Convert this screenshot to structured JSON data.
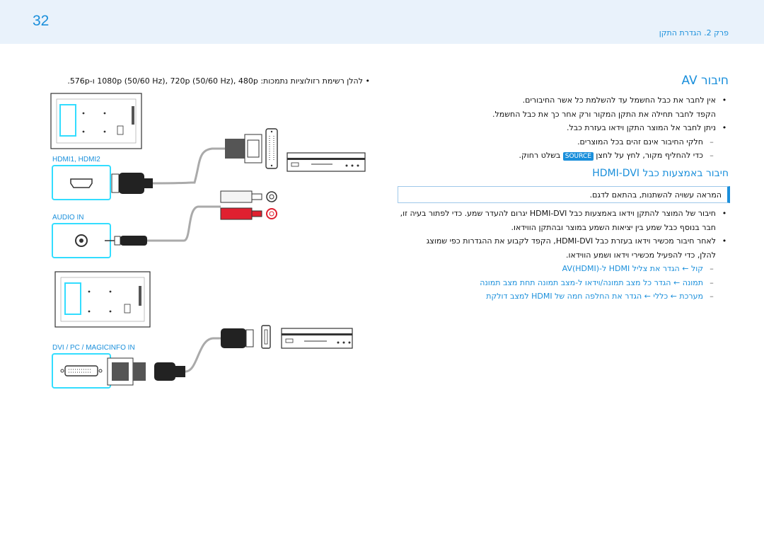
{
  "header": {
    "page_number": "32",
    "chapter": "פרק 2. הגדרת התקן"
  },
  "resolution_note": "להלן רשימת רזולוציות נתמכות: 1080p (50/60 Hz), 720p (50/60 Hz), 480p ו-576p.",
  "av_section": {
    "title": "חיבור AV",
    "lines": [
      {
        "type": "bullet",
        "text": "אין לחבר את כבל החשמל עד להשלמת כל אשר החיבורים."
      },
      {
        "type": "cont",
        "text": "הקפד לחבר תחילה את התקן המקור ורק אחר כך את כבל החשמל."
      },
      {
        "type": "bullet",
        "text": "ניתן לחבר אל המוצר התקן וידאו בעזרת כבל."
      },
      {
        "type": "dash",
        "text": "חלקי החיבור אינם זהים בכל המוצרים."
      },
      {
        "type": "dash",
        "text": "כדי להחליף מקור, לחץ על לחצן SOURCE בשלט רחוק."
      }
    ],
    "source_label": "SOURCE"
  },
  "hdmi_section": {
    "title": "חיבור באמצעות כבל HDMI-DVI",
    "notice": "המראה עשויה להשתנות, בהתאם לדגם.",
    "lines": [
      {
        "type": "bullet",
        "text": "חיבור של המוצר להתקן וידאו באמצעות כבל HDMI-DVI יגרום להעדר שמע. כדי לפתור בעיה זו,"
      },
      {
        "type": "cont",
        "text": "חבר בנוסף כבל שמע בין יציאות השמע במוצר ובהתקן הווידאו."
      },
      {
        "type": "bullet",
        "text": "לאחר חיבור מכשיר וידאו בעזרת כבל HDMI-DVI, הקפד לקבוע את ההגדרות כפי שמוצג"
      },
      {
        "type": "cont",
        "text": "להלן, כדי להפעיל מכשירי וידאו ושמע הווידאו."
      }
    ],
    "steps": [
      {
        "path": "קול ← הגדר את צליל HDMI ל-AV(HDMI)"
      },
      {
        "path": "תמונה ← הגדר כל מצב תמונה/וידאו ל-מצב תמונה תחת מצב תמונה"
      },
      {
        "path": "מערכת ← כללי ← הגדר את החלפה חמה של HDMI למצב דולקת"
      }
    ]
  },
  "diagram": {
    "port_labels": {
      "hdmi": "HDMI1, HDMI2",
      "audio": "AUDIO IN",
      "dvi": "DVI / PC / MAGICINFO IN"
    },
    "colors": {
      "accent": "#1a8fdb",
      "port_frame": "#33ddff",
      "audio_red": "#e02030",
      "audio_white": "#f4f4f4"
    }
  }
}
